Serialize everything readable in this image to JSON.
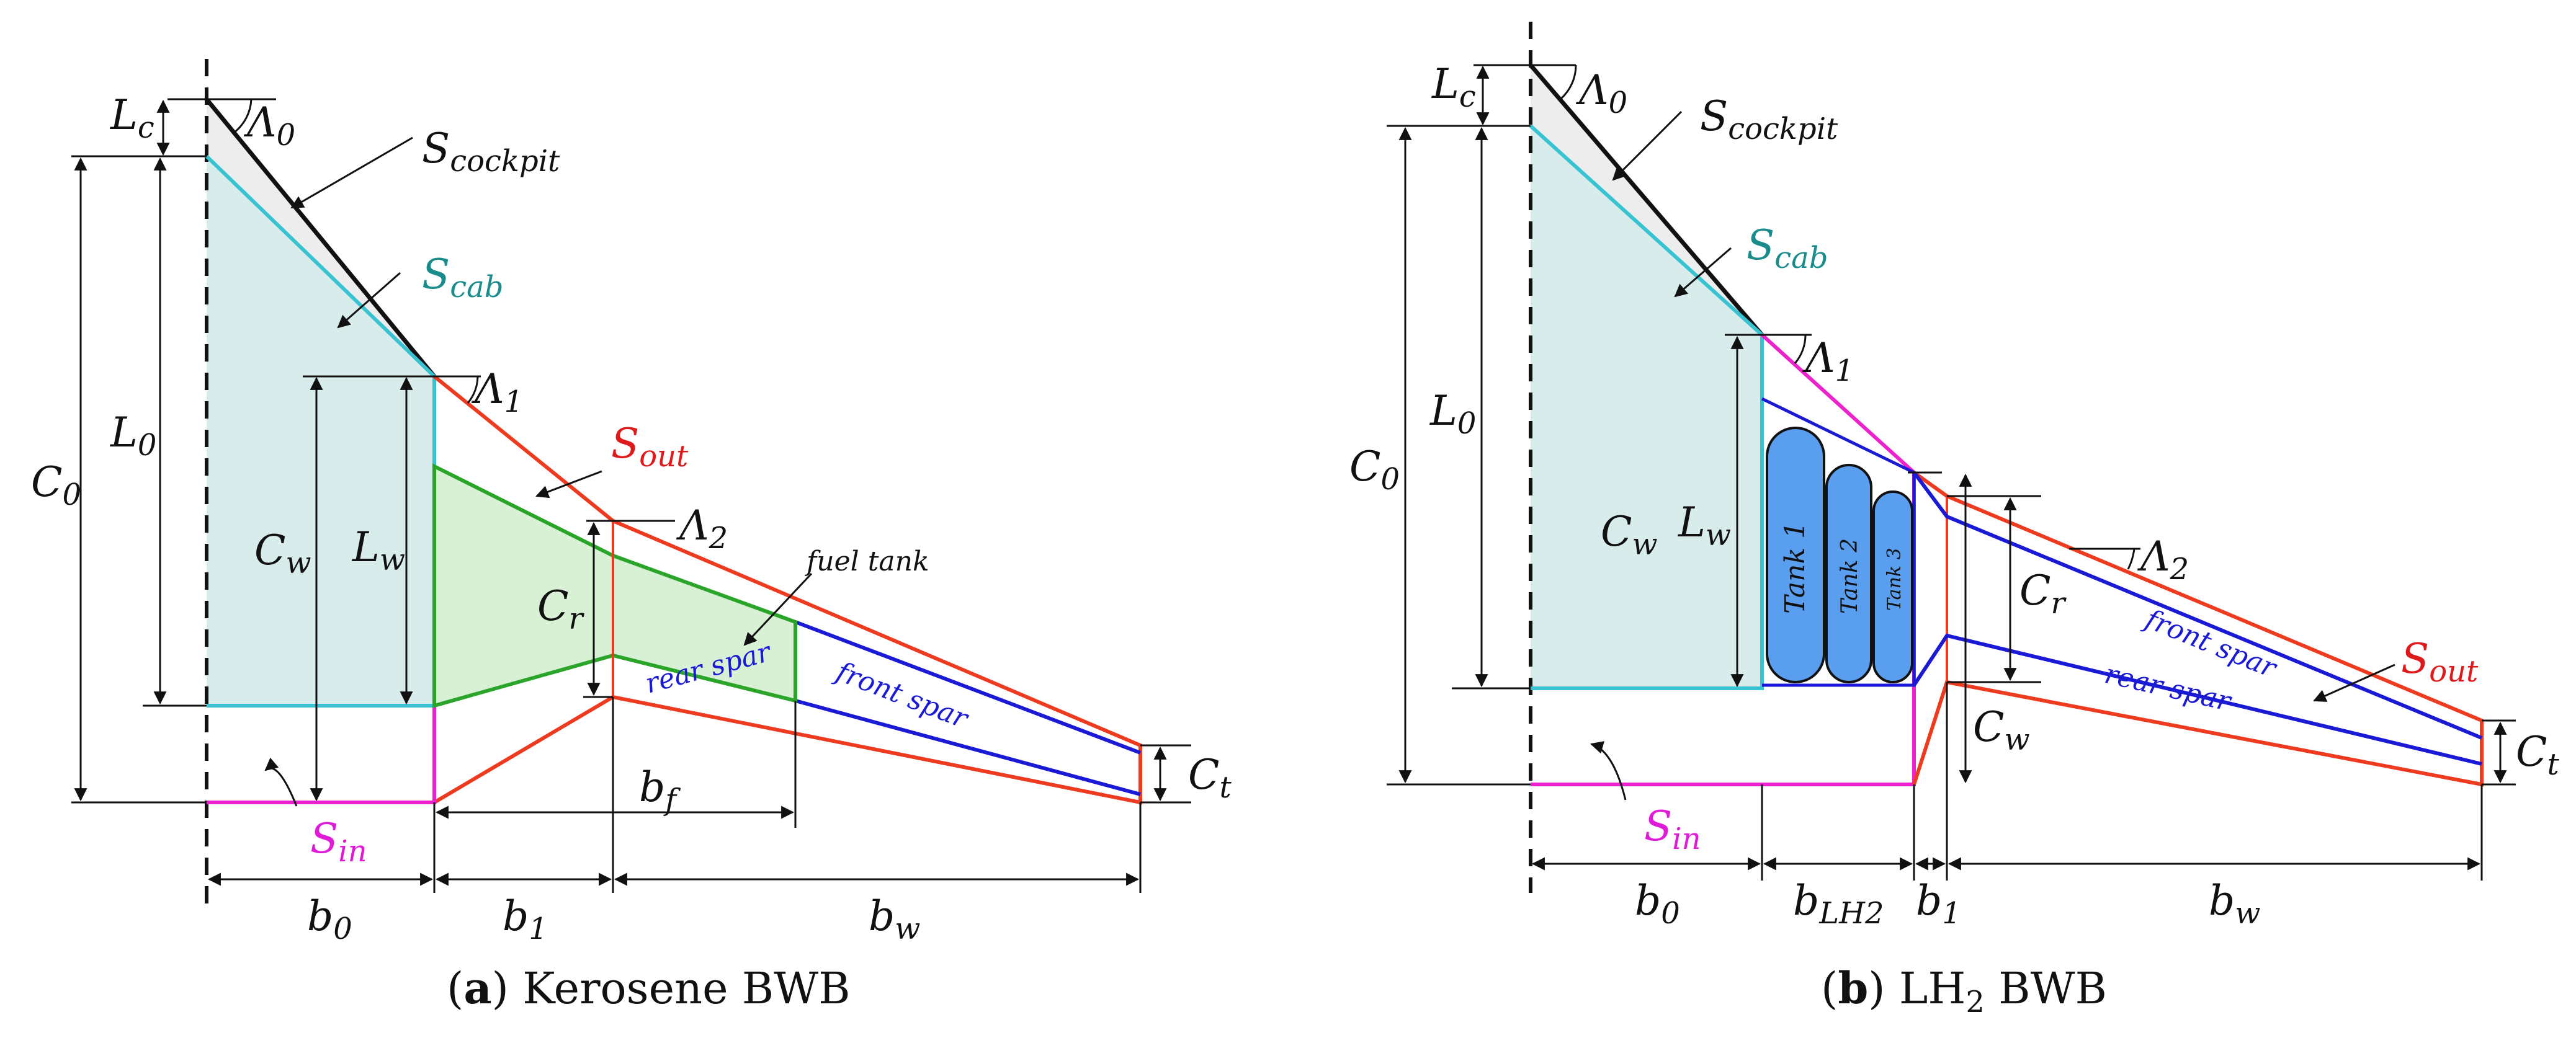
{
  "panel_a": {
    "caption": {
      "tag": "a",
      "text": "Kerosene BWB"
    },
    "labels": {
      "L_c": "L",
      "L_c_sub": "c",
      "Lambda_0": "Λ",
      "Lambda_0_sub": "0",
      "S_cockpit": "S",
      "S_cockpit_sub": "cockpit",
      "S_cab": "S",
      "S_cab_sub": "cab",
      "C_0": "C",
      "C_0_sub": "0",
      "L_0": "L",
      "L_0_sub": "0",
      "Lambda_1": "Λ",
      "Lambda_1_sub": "1",
      "S_out": "S",
      "S_out_sub": "out",
      "Lambda_2": "Λ",
      "Lambda_2_sub": "2",
      "C_w": "C",
      "C_w_sub": "w",
      "L_w": "L",
      "L_w_sub": "w",
      "C_r": "C",
      "C_r_sub": "r",
      "C_t": "C",
      "C_t_sub": "t",
      "S_in": "S",
      "S_in_sub": "in",
      "b_0": "b",
      "b_0_sub": "0",
      "b_1": "b",
      "b_1_sub": "1",
      "b_f": "b",
      "b_f_sub": "f",
      "b_w": "b",
      "b_w_sub": "w",
      "fuel_tank": "fuel tank",
      "front_spar": "front spar",
      "rear_spar": "rear spar"
    }
  },
  "panel_b": {
    "caption": {
      "tag": "b",
      "text_pre": "LH",
      "text_sub": "2",
      "text_post": " BWB"
    },
    "labels": {
      "L_c": "L",
      "L_c_sub": "c",
      "Lambda_0": "Λ",
      "Lambda_0_sub": "0",
      "S_cockpit": "S",
      "S_cockpit_sub": "cockpit",
      "S_cab": "S",
      "S_cab_sub": "cab",
      "C_0": "C",
      "C_0_sub": "0",
      "L_0": "L",
      "L_0_sub": "0",
      "Lambda_1": "Λ",
      "Lambda_1_sub": "1",
      "C_w": "C",
      "C_w_sub": "w",
      "L_w": "L",
      "L_w_sub": "w",
      "Lambda_2": "Λ",
      "Lambda_2_sub": "2",
      "C_r": "C",
      "C_r_sub": "r",
      "C_w2": "C",
      "C_w2_sub": "w",
      "S_out": "S",
      "S_out_sub": "out",
      "C_t": "C",
      "C_t_sub": "t",
      "S_in": "S",
      "S_in_sub": "in",
      "b_0": "b",
      "b_0_sub": "0",
      "b_LH2": "b",
      "b_LH2_sub": "LH2",
      "b_1": "b",
      "b_1_sub": "1",
      "b_w": "b",
      "b_w_sub": "w",
      "tank_1": "Tank 1",
      "tank_2": "Tank 2",
      "tank_3": "Tank 3",
      "front_spar": "front spar",
      "rear_spar": "rear spar"
    }
  },
  "colors": {
    "cabin": "#37c3d1",
    "cabin_fill": "#d8eceb",
    "cockpit_fill": "#ededed",
    "outer": "#ee3a1e",
    "inner": "#ee22cc",
    "spar": "#1a1ad6",
    "fuel": "#2aa52a",
    "fuel_fill": "#d8f0d4",
    "tank_fill": "#5a9ef0",
    "label_cab": "#1a8c8c",
    "label_out": "#e01a1a",
    "label_in": "#e01ad8"
  }
}
